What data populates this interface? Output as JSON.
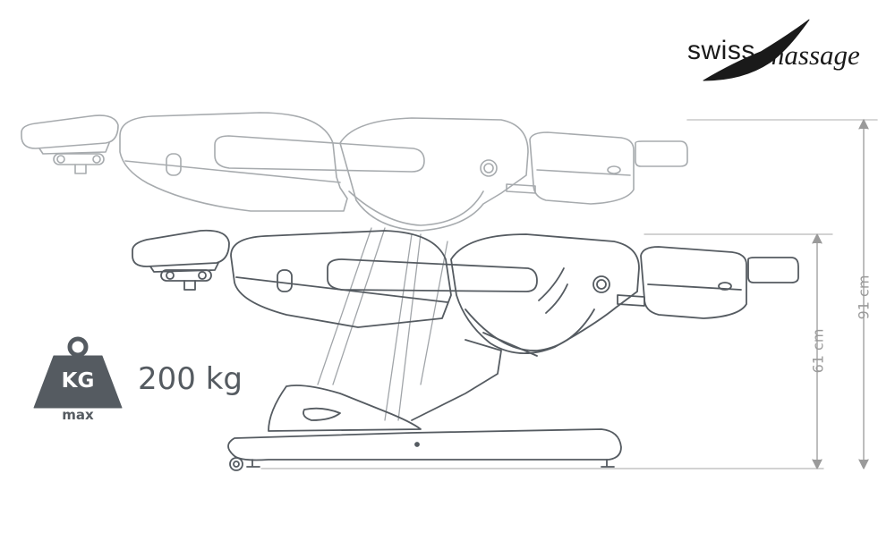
{
  "brand": {
    "word": "swiss",
    "script": "massage"
  },
  "load": {
    "badge_text": "KG",
    "badge_sub": "max",
    "value": "200 kg"
  },
  "dimensions": {
    "height_low": "61 cm",
    "height_high": "91 cm"
  },
  "colors": {
    "line": "#555b61",
    "dim_line": "#9a9a9a",
    "badge": "#555b61"
  }
}
